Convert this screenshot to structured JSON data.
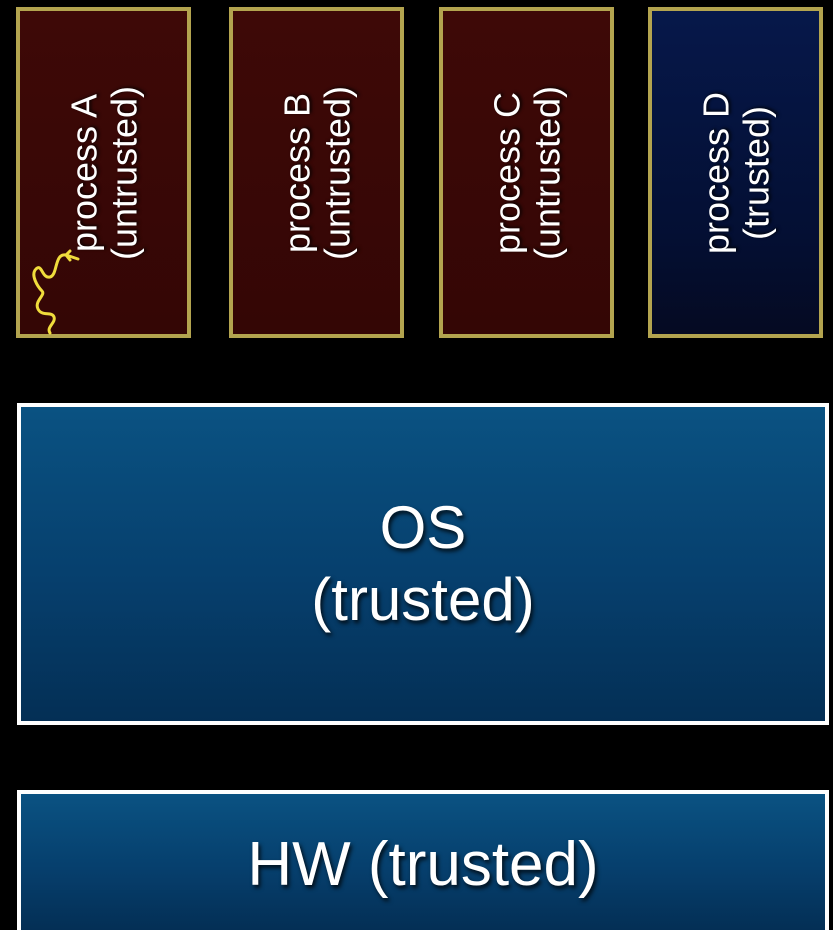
{
  "processes": [
    {
      "name": "process A",
      "trust": "(untrusted)"
    },
    {
      "name": "process B",
      "trust": "(untrusted)"
    },
    {
      "name": "process C",
      "trust": "(untrusted)"
    },
    {
      "name": "process D",
      "trust": "(trusted)"
    }
  ],
  "os": {
    "name": "OS",
    "trust": "(trusted)"
  },
  "hw": {
    "label": "HW (trusted)"
  },
  "colors": {
    "process_border": "#b3a44f",
    "untrusted_fill": "#3e0907",
    "trusted_process_fill": "#06184a",
    "layer_fill": "#0a5282",
    "layer_border": "#ffffff",
    "squiggle": "#f0dc3c",
    "text": "#ffffff"
  },
  "icons": {
    "squiggle": "yellow-squiggle-arrow"
  }
}
